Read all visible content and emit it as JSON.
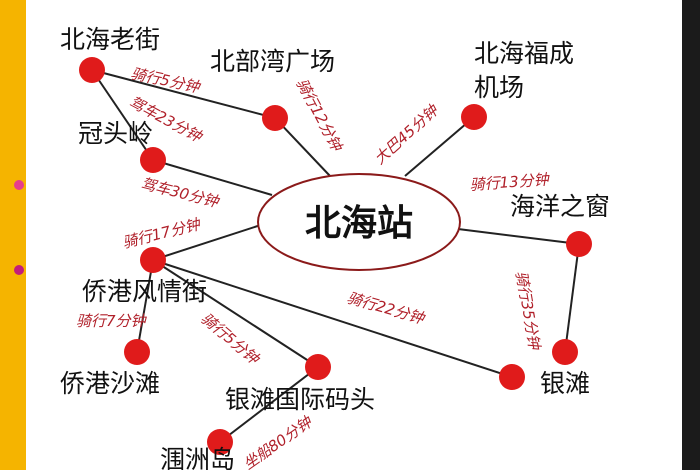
{
  "colors": {
    "node": "#e01b1b",
    "line": "#222222",
    "route_text": "#b0202a",
    "left_bar": "#f5b400"
  },
  "center": {
    "label": "北海站"
  },
  "places": {
    "laojie": "北海老街",
    "beibuwan": "北部湾广场",
    "airport_line1": "北海福成",
    "airport_line2": "机场",
    "guantouling": "冠头岭",
    "haiyang": "海洋之窗",
    "qiaogang_street": "侨港风情街",
    "qiaogang_beach": "侨港沙滩",
    "yintan": "银滩",
    "yintan_pier": "银滩国际码头",
    "weizhou": "涠洲岛"
  },
  "routes": {
    "laojie_ride": "骑行5分钟",
    "laojie_drive": "驾车23分钟",
    "beibuwan_ride": "骑行12分钟",
    "airport_bus": "大巴45分钟",
    "guantouling_drive": "驾车30分钟",
    "haiyang_ride": "骑行13分钟",
    "qiaogang_ride": "骑行17分钟",
    "beach_ride": "骑行7分钟",
    "pier_ride": "骑行5分钟",
    "yintan_ride": "骑行22分钟",
    "haiyang_yintan_ride": "骑行35分钟",
    "weizhou_ship": "坐船80分钟"
  }
}
